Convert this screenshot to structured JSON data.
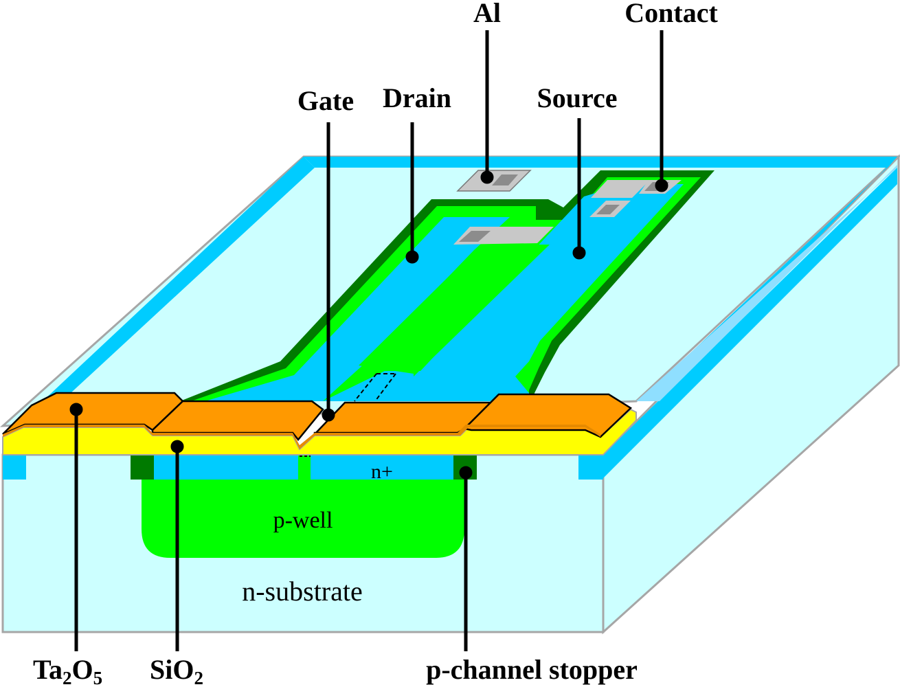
{
  "labels": {
    "al": "Al",
    "contact": "Contact",
    "gate": "Gate",
    "drain": "Drain",
    "source": "Source",
    "ta2o5_main": "Ta",
    "ta2o5_sub1": "2",
    "ta2o5_mid": "O",
    "ta2o5_sub2": "5",
    "sio2_main": "SiO",
    "sio2_sub": "2",
    "p_channel_stopper": "p-channel stopper"
  },
  "regions": {
    "n_plus": "n+",
    "p_well": "p-well",
    "n_substrate": "n-substrate"
  },
  "colors": {
    "substrate": "#ccffff",
    "outline": "#a6a6a6",
    "field_blue": "#00ccff",
    "p_well": "#00ff00",
    "stopper": "#007a00",
    "sio2": "#ffff00",
    "ta2o5": "#ff9900",
    "contact_light": "#c8c8c8",
    "contact_dark": "#8c8c8c"
  }
}
